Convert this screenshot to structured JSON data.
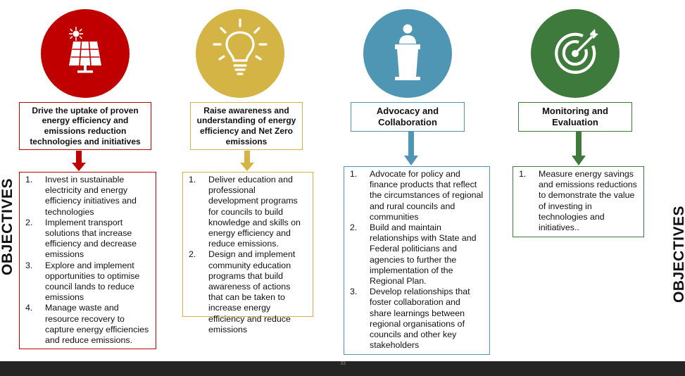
{
  "side_label": "OBJECTIVES",
  "page_number": "33",
  "columns": [
    {
      "icon": "solar-panel-icon",
      "color": "#C00000",
      "title": "Drive the uptake of proven energy efficiency and emissions reduction technologies and initiatives",
      "items": [
        {
          "num": "1.",
          "text": "Invest in sustainable electricity and energy efficiency initiatives and technologies"
        },
        {
          "num": "2.",
          "text": "Implement transport solutions that increase efficiency and decrease emissions"
        },
        {
          "num": "3.",
          "text": "Explore and implement opportunities to optimise council lands to reduce emissions"
        },
        {
          "num": "4.",
          "text": "Manage waste and resource recovery to capture energy efficiencies and reduce emissions."
        }
      ]
    },
    {
      "icon": "lightbulb-icon",
      "color": "#D4B445",
      "title": "Raise awareness and understanding of energy efficiency and Net Zero emissions",
      "items": [
        {
          "num": "1.",
          "text": "Deliver education and professional development programs for councils to build knowledge and skills on energy efficiency and reduce emissions."
        },
        {
          "num": "2.",
          "text": "Design and implement community education programs that build awareness of actions that can be taken to increase energy efficiency and reduce emissions"
        }
      ]
    },
    {
      "icon": "speaker-podium-icon",
      "color": "#4F96B4",
      "title": "Advocacy and Collaboration",
      "items": [
        {
          "num": "1.",
          "text": "Advocate for policy and finance products that reflect the circumstances of regional and rural councils and communities"
        },
        {
          "num": "2.",
          "text": "Build and maintain relationships with State and Federal politicians and agencies to further the implementation of the Regional Plan."
        },
        {
          "num": "3.",
          "text": "Develop relationships that foster collaboration and share learnings between regional organisations of councils and other key stakeholders"
        }
      ]
    },
    {
      "icon": "target-arrow-icon",
      "color": "#3E7A3C",
      "title": "Monitoring and Evaluation",
      "items": [
        {
          "num": "1.",
          "text": "Measure energy savings and emissions reductions to demonstrate the value of investing in technologies and initiatives.."
        }
      ]
    }
  ]
}
